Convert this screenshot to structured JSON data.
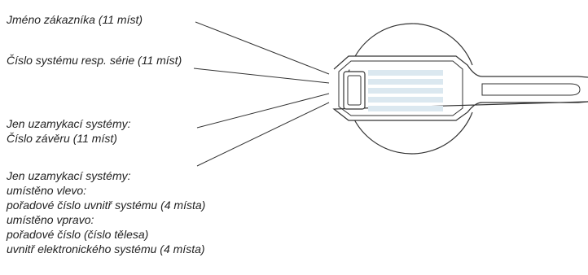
{
  "labels": {
    "customer_name": "Jméno zákazníka (11 míst)",
    "system_number": "Číslo systému resp. série (11 míst)",
    "lock_number": {
      "line1": "Jen uzamykací systémy:",
      "line2": "Číslo závěru (11 míst)"
    },
    "position_info": {
      "line1": "Jen uzamykací systémy:",
      "line2": "umístěno vlevo:",
      "line3": "pořadové číslo uvnitř systému (4 místa)",
      "line4": "umístěno vpravo:",
      "line5": "pořadové číslo (číslo tělesa)",
      "line6": "uvnitř elektronického systému (4 místa)"
    }
  },
  "colors": {
    "text": "#222222",
    "line": "#333333",
    "label_area": "#dbe8f0"
  }
}
